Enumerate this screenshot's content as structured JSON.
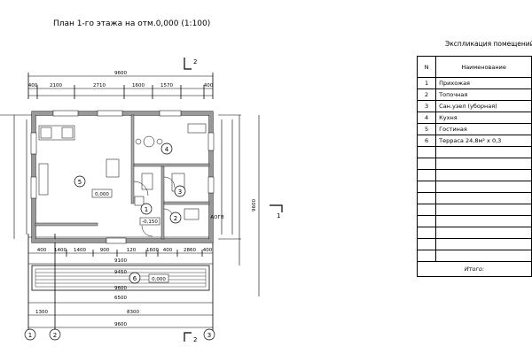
{
  "plan": {
    "title": "План 1-го этажа на отм.0,000 (1:100)",
    "section_mark": "2",
    "section_mark_side": "1",
    "overall_width": "9600",
    "top_dims": [
      "400",
      "2100",
      "2710",
      "1600",
      "1570",
      "400"
    ],
    "bottom_dims": [
      "400",
      "1400",
      "1400",
      "900",
      "120",
      "1600",
      "400",
      "2860",
      "400"
    ],
    "mid_dims": [
      "9100",
      "9450",
      "9600",
      "6500"
    ],
    "axis_dims": [
      "1300",
      "8300",
      "9600"
    ],
    "side_dim": "9600",
    "room_markers": [
      "4",
      "5",
      "1",
      "3",
      "2",
      "6"
    ],
    "level_marks": [
      "0,000",
      "-0,150",
      "0,000"
    ],
    "boiler_label": "АОГВ",
    "axes_bottom": [
      "1",
      "2",
      "3"
    ],
    "axis_right": "1"
  },
  "spec": {
    "title": "Экспликация помещений",
    "header_num": "N",
    "header_name": "Наименование",
    "rows": [
      {
        "num": "1",
        "name": "Прихожая"
      },
      {
        "num": "2",
        "name": "Топочная"
      },
      {
        "num": "3",
        "name": "Сан.узел (уборная)"
      },
      {
        "num": "4",
        "name": "Кухня"
      },
      {
        "num": "5",
        "name": "Гостиная"
      },
      {
        "num": "6",
        "name": "Терраса 24,8м² х 0,3"
      }
    ],
    "empty_rows": 10,
    "total_label": "Итого:"
  }
}
